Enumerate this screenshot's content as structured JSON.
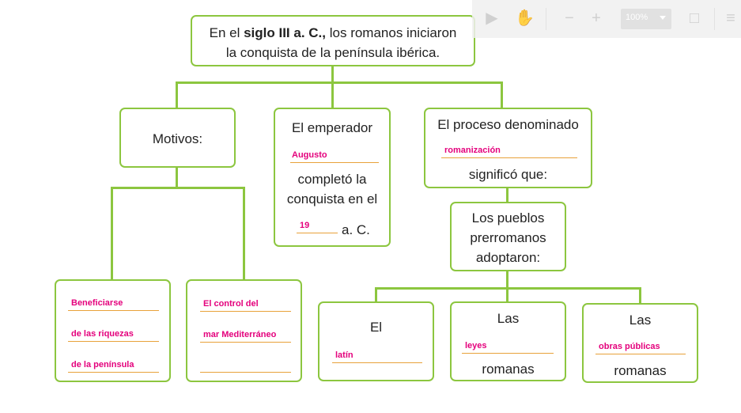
{
  "top": {
    "prefix": "En el ",
    "bold": "siglo III a. C.,",
    "suffix": " los romanos iniciaron",
    "line2": "la conquista de la península ibérica."
  },
  "motivos": {
    "title": "Motivos:",
    "box1": [
      "Beneficiarse",
      "de las riquezas",
      "de la península"
    ],
    "box2": [
      "El control del",
      "mar Mediterráneo",
      ""
    ]
  },
  "emperador": {
    "line1": "El emperador",
    "answer1": "Augusto",
    "line2": "completó la",
    "line3": "conquista en el",
    "answer2": "19",
    "suffix": "a. C."
  },
  "proceso": {
    "line1": "El proceso denominado",
    "answer": "romanización",
    "line2": "significó que:"
  },
  "pueblos": {
    "line1": "Los pueblos",
    "line2": "prerromanos",
    "line3": "adoptaron:"
  },
  "results": [
    {
      "top": "El",
      "answer": "latín",
      "bottom": ""
    },
    {
      "top": "Las",
      "answer": "leyes",
      "bottom": "romanas"
    },
    {
      "top": "Las",
      "answer": "obras públicas",
      "bottom": "romanas"
    }
  ],
  "toolbar": {
    "zoom": "100%",
    "icons": [
      "pointer-icon",
      "hand-icon",
      "zoom-out-icon",
      "zoom-in-icon",
      "fit-page-icon",
      "menu-icon"
    ]
  }
}
